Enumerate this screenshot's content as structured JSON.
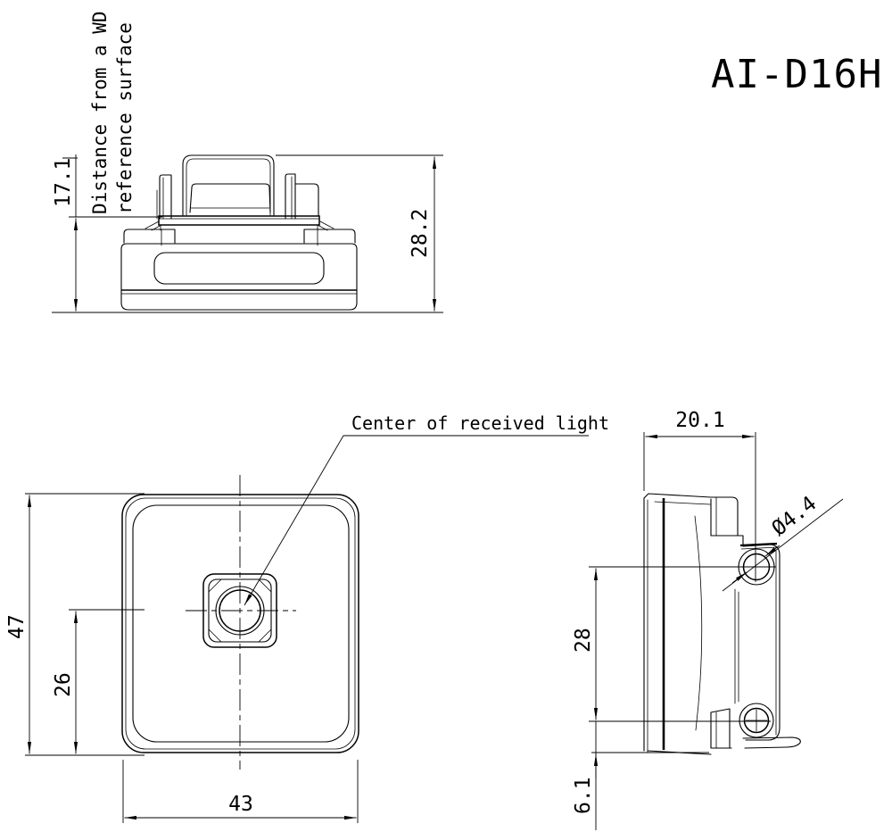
{
  "page": {
    "background": "#ffffff",
    "line_color": "#000000"
  },
  "title": {
    "model": "AI-D16H"
  },
  "upper_view": {
    "note_line1": "Distance from a WD",
    "note_line2": "reference surface",
    "dim_ref_offset": "17.1",
    "dim_total_height": "28.2"
  },
  "front_view": {
    "callout": "Center of received light",
    "dim_height": "47",
    "dim_center_from_bottom": "26",
    "dim_width": "43"
  },
  "side_view": {
    "dim_depth": "20.1",
    "dim_hole_diameter": "Ø4.4",
    "dim_hole_pitch": "28",
    "dim_hole_to_bottom": "6.1"
  }
}
